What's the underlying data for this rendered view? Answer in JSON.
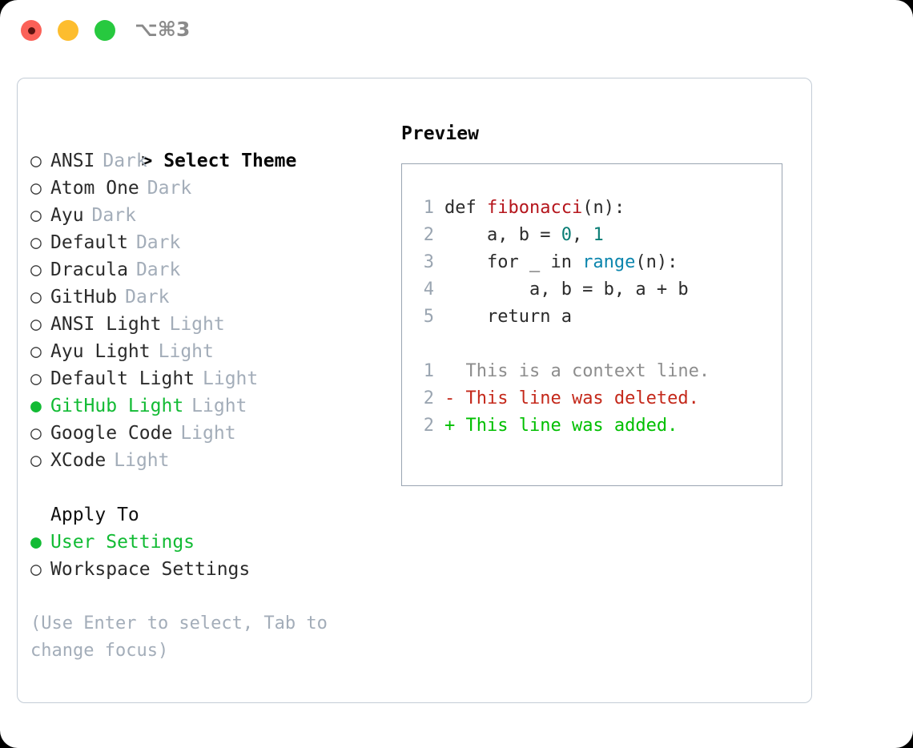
{
  "titlebar": {
    "shortcut": "⌥⌘3",
    "buttons": [
      "close",
      "minimize",
      "zoom"
    ]
  },
  "theme_list": {
    "header_marker": "> ",
    "header": "Select Theme",
    "bullet_unselected": "○",
    "bullet_selected": "●",
    "items": [
      {
        "name": "ANSI",
        "variant": "Dark",
        "selected": false
      },
      {
        "name": "Atom One",
        "variant": "Dark",
        "selected": false
      },
      {
        "name": "Ayu",
        "variant": "Dark",
        "selected": false
      },
      {
        "name": "Default",
        "variant": "Dark",
        "selected": false
      },
      {
        "name": "Dracula",
        "variant": "Dark",
        "selected": false
      },
      {
        "name": "GitHub",
        "variant": "Dark",
        "selected": false
      },
      {
        "name": "ANSI Light",
        "variant": "Light",
        "selected": false
      },
      {
        "name": "Ayu Light",
        "variant": "Light",
        "selected": false
      },
      {
        "name": "Default Light",
        "variant": "Light",
        "selected": false
      },
      {
        "name": "GitHub Light",
        "variant": "Light",
        "selected": true
      },
      {
        "name": "Google Code",
        "variant": "Light",
        "selected": false
      },
      {
        "name": "XCode",
        "variant": "Light",
        "selected": false
      }
    ]
  },
  "apply_to": {
    "header": "Apply To",
    "items": [
      {
        "name": "User Settings",
        "selected": true
      },
      {
        "name": "Workspace Settings",
        "selected": false
      }
    ]
  },
  "hint": "(Use Enter to select, Tab to change focus)",
  "preview": {
    "title": "Preview",
    "code": [
      {
        "n": "1",
        "tokens": [
          {
            "t": "def ",
            "c": "plain"
          },
          {
            "t": "fibonacci",
            "c": "func"
          },
          {
            "t": "(n):",
            "c": "plain"
          }
        ]
      },
      {
        "n": "2",
        "tokens": [
          {
            "t": "    a, b = ",
            "c": "plain"
          },
          {
            "t": "0",
            "c": "num"
          },
          {
            "t": ", ",
            "c": "plain"
          },
          {
            "t": "1",
            "c": "num"
          }
        ]
      },
      {
        "n": "3",
        "tokens": [
          {
            "t": "    for _ in ",
            "c": "plain"
          },
          {
            "t": "range",
            "c": "builtin"
          },
          {
            "t": "(n):",
            "c": "plain"
          }
        ]
      },
      {
        "n": "4",
        "tokens": [
          {
            "t": "        a, b = b, a + b",
            "c": "plain"
          }
        ]
      },
      {
        "n": "5",
        "tokens": [
          {
            "t": "    return a",
            "c": "plain"
          }
        ]
      }
    ],
    "diff": [
      {
        "n": "1",
        "sign": " ",
        "text": "This is a context line.",
        "kind": "ctx"
      },
      {
        "n": "2",
        "sign": "-",
        "text": "This line was deleted.",
        "kind": "del"
      },
      {
        "n": "2",
        "sign": "+",
        "text": "This line was added.",
        "kind": "add"
      }
    ]
  },
  "colors": {
    "accent_green": "#12bb34",
    "muted": "#a3adb9",
    "panel_border": "#c3ccd6",
    "preview_border": "#9aa5b2",
    "diff_add": "#00bf00",
    "diff_del": "#c4281a",
    "func": "#b5151c",
    "number": "#0a7d75",
    "builtin": "#0b85ad"
  }
}
